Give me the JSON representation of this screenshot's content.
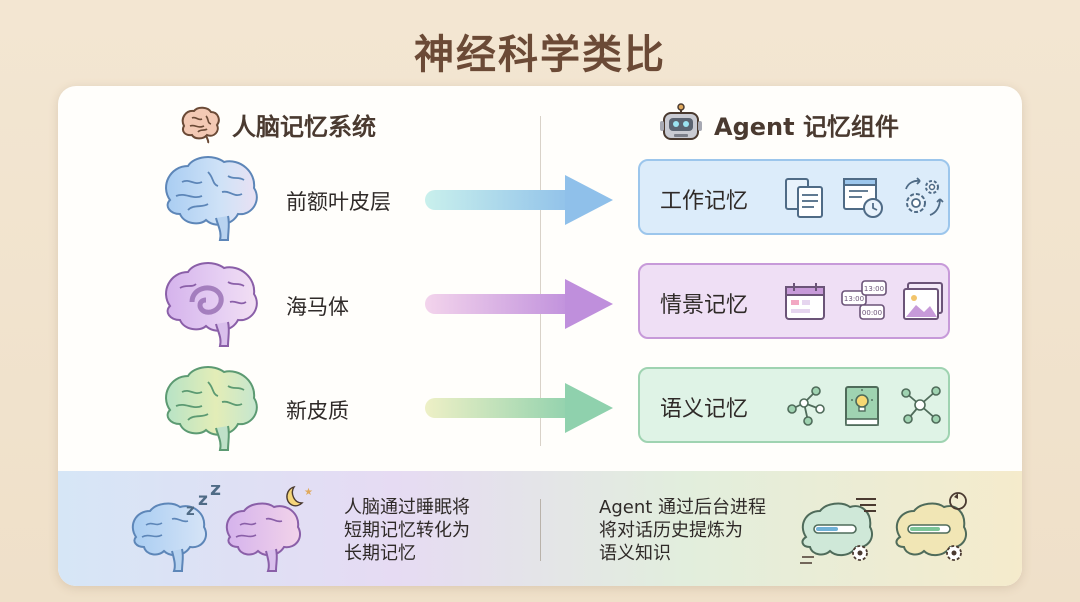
{
  "title": "神经科学类比",
  "left_header": "人脑记忆系统",
  "right_header": "Agent 记忆组件",
  "rows": [
    {
      "brain_label": "前额叶皮层",
      "memory_label": "工作记忆",
      "color": "#9cc6ec"
    },
    {
      "brain_label": "海马体",
      "memory_label": "情景记忆",
      "color": "#c79ad9"
    },
    {
      "brain_label": "新皮质",
      "memory_label": "语义记忆",
      "color": "#9fd3b1"
    }
  ],
  "bottom": {
    "left_text": "人脑通过睡眠将\n短期记忆转化为\n长期记忆",
    "right_text": "Agent 通过后台进程\n将对话历史提炼为\n语义知识"
  },
  "icons": {
    "left_header": "brain-icon",
    "right_header": "robot-icon",
    "working": [
      "documents-icon",
      "clock-document-icon",
      "gears-cycle-icon"
    ],
    "episodic": [
      "calendar-icon",
      "chat-timestamps-icon",
      "photos-icon"
    ],
    "semantic": [
      "network-graph-icon",
      "idea-book-icon",
      "network-graph-icon"
    ],
    "bottom_left": [
      "sleeping-brain-icon",
      "moon-brain-icon"
    ],
    "bottom_right": [
      "processing-brain-icon",
      "sync-brain-icon"
    ]
  }
}
